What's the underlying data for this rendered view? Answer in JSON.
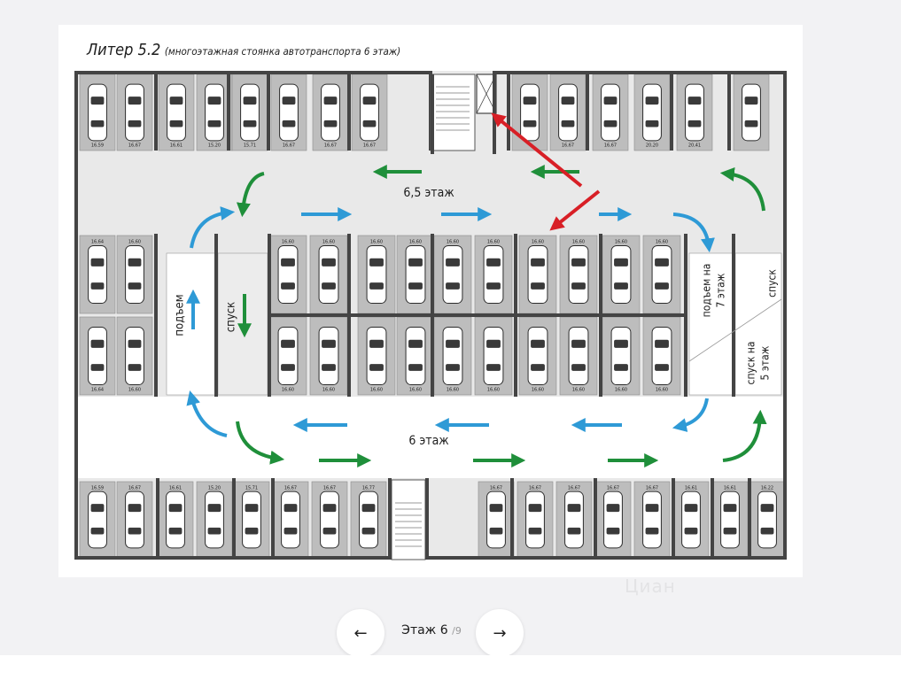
{
  "plan": {
    "title_main": "Литер 5.2",
    "title_sub": "(многоэтажная стоянка автотранспорта 6 этаж)",
    "label_floor_65": "6,5 этаж",
    "label_floor_6": "6 этаж",
    "label_up": "подъем",
    "label_down": "спуск",
    "label_up7_line1": "подъем на",
    "label_up7_line2": "7 этаж",
    "label_down_right": "спуск",
    "label_down5_line1": "спуск на",
    "label_down5_line2": "5 этаж",
    "colors": {
      "green": "#1f8f3a",
      "blue": "#2e9ad6",
      "red": "#d81f26",
      "bay": "#bdbdbd",
      "wall": "#444444"
    },
    "top_row_areas": [
      "16,59",
      "16,67",
      "16,61",
      "15,20",
      "15,71",
      "16,67",
      "16,67",
      "16,67",
      "",
      "16,67",
      "16,67",
      "20,20",
      "20,41"
    ],
    "bottom_row_areas": [
      "16,59",
      "16,67",
      "16,61",
      "15,20",
      "15,71",
      "16,67",
      "16,67",
      "16,77",
      "16,67",
      "16,67",
      "16,67",
      "16,67",
      "16,67",
      "16,61",
      "16,61",
      "16,22"
    ],
    "island_area": "16,60",
    "left_block_area": "16,64"
  },
  "pager": {
    "prev_icon": "arrow-left-icon",
    "next_icon": "arrow-right-icon",
    "floor_text": "Этаж 6",
    "floor_total": "/9"
  },
  "watermark": "Циан"
}
